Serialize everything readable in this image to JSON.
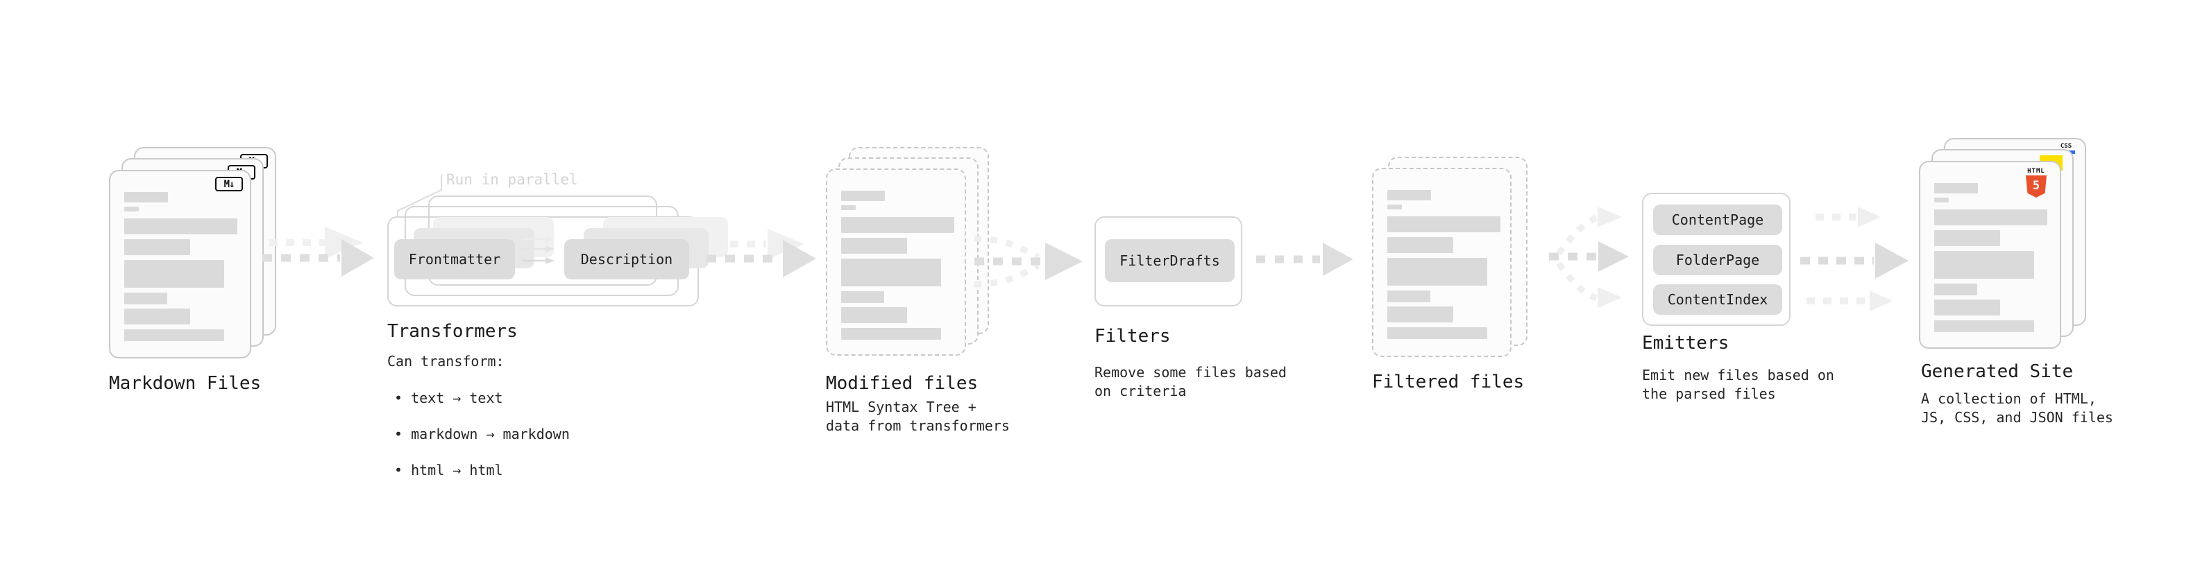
{
  "stages": {
    "markdown": {
      "label": "Markdown Files",
      "badge": "M↓"
    },
    "transformers": {
      "label": "Transformers",
      "annotation": "Run in parallel",
      "node_a": "Frontmatter",
      "node_b": "Description",
      "desc_title": "Can transform:",
      "bullets": [
        "• text → text",
        "• markdown → markdown",
        "• html → html"
      ]
    },
    "modified": {
      "label": "Modified files",
      "desc": "HTML Syntax Tree +\ndata from transformers"
    },
    "filters": {
      "label": "Filters",
      "node": "FilterDrafts",
      "desc": "Remove some files based\non criteria"
    },
    "filtered": {
      "label": "Filtered files"
    },
    "emitters": {
      "label": "Emitters",
      "nodes": [
        "ContentPage",
        "FolderPage",
        "ContentIndex"
      ],
      "desc": "Emit new files based on\nthe parsed files"
    },
    "generated": {
      "label": "Generated Site",
      "desc": "A collection of HTML,\nJS, CSS, and JSON files",
      "badge_html_text": "HTML",
      "badge_html_number": "5",
      "badge_css_text": "CSS"
    }
  },
  "colors": {
    "html5_orange": "#e8502c",
    "js_yellow": "#ffdf00",
    "css_blue": "#2f6bf2",
    "node_fill": "#dcdcdc",
    "outline_gray": "#c9c9c9",
    "arrow_gray": "#dedede",
    "arrow_light": "#efefef",
    "annotation_gray": "#d4d4d4",
    "text_dark": "#1b1b1b"
  }
}
